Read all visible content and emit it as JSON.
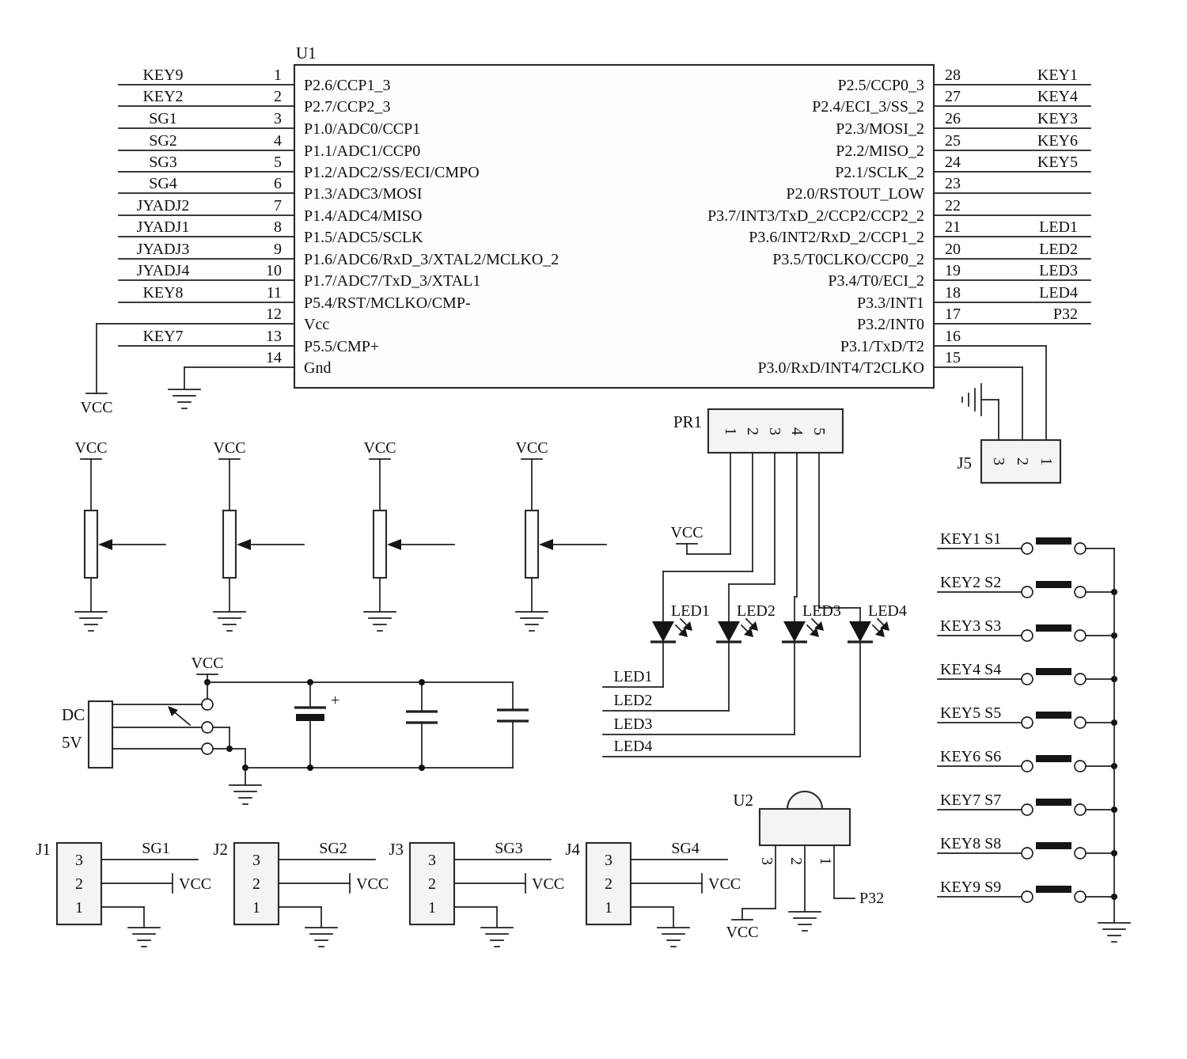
{
  "labels": {
    "vcc": "VCC"
  },
  "u1": {
    "ref": "U1",
    "left_pins": [
      {
        "num": "1",
        "name": "P2.6/CCP1_3",
        "net": "KEY9"
      },
      {
        "num": "2",
        "name": "P2.7/CCP2_3",
        "net": "KEY2"
      },
      {
        "num": "3",
        "name": "P1.0/ADC0/CCP1",
        "net": "SG1"
      },
      {
        "num": "4",
        "name": "P1.1/ADC1/CCP0",
        "net": "SG2"
      },
      {
        "num": "5",
        "name": "P1.2/ADC2/SS/ECI/CMPO",
        "net": "SG3"
      },
      {
        "num": "6",
        "name": "P1.3/ADC3/MOSI",
        "net": "SG4"
      },
      {
        "num": "7",
        "name": "P1.4/ADC4/MISO",
        "net": "JYADJ2"
      },
      {
        "num": "8",
        "name": "P1.5/ADC5/SCLK",
        "net": "JYADJ1"
      },
      {
        "num": "9",
        "name": "P1.6/ADC6/RxD_3/XTAL2/MCLKO_2",
        "net": "JYADJ3"
      },
      {
        "num": "10",
        "name": "P1.7/ADC7/TxD_3/XTAL1",
        "net": "JYADJ4"
      },
      {
        "num": "11",
        "name": "P5.4/RST/MCLKO/CMP-",
        "net": "KEY8"
      },
      {
        "num": "12",
        "name": "Vcc",
        "net": ""
      },
      {
        "num": "13",
        "name": "P5.5/CMP+",
        "net": "KEY7"
      },
      {
        "num": "14",
        "name": "Gnd",
        "net": ""
      }
    ],
    "right_pins": [
      {
        "num": "28",
        "name": "P2.5/CCP0_3",
        "net": "KEY1"
      },
      {
        "num": "27",
        "name": "P2.4/ECI_3/SS_2",
        "net": "KEY4"
      },
      {
        "num": "26",
        "name": "P2.3/MOSI_2",
        "net": "KEY3"
      },
      {
        "num": "25",
        "name": "P2.2/MISO_2",
        "net": "KEY6"
      },
      {
        "num": "24",
        "name": "P2.1/SCLK_2",
        "net": "KEY5"
      },
      {
        "num": "23",
        "name": "P2.0/RSTOUT_LOW",
        "net": ""
      },
      {
        "num": "22",
        "name": "P3.7/INT3/TxD_2/CCP2/CCP2_2",
        "net": ""
      },
      {
        "num": "21",
        "name": "P3.6/INT2/RxD_2/CCP1_2",
        "net": "LED1"
      },
      {
        "num": "20",
        "name": "P3.5/T0CLKO/CCP0_2",
        "net": "LED2"
      },
      {
        "num": "19",
        "name": "P3.4/T0/ECI_2",
        "net": "LED3"
      },
      {
        "num": "18",
        "name": "P3.3/INT1",
        "net": "LED4"
      },
      {
        "num": "17",
        "name": "P3.2/INT0",
        "net": "P32"
      },
      {
        "num": "16",
        "name": "P3.1/TxD/T2",
        "net": ""
      },
      {
        "num": "15",
        "name": "P3.0/RxD/INT4/T2CLKO",
        "net": ""
      }
    ]
  },
  "pr1": {
    "ref": "PR1",
    "pins": [
      "1",
      "2",
      "3",
      "4",
      "5"
    ],
    "led_names": [
      "LED1",
      "LED2",
      "LED3",
      "LED4"
    ],
    "led_nets": [
      "LED1",
      "LED2",
      "LED3",
      "LED4"
    ]
  },
  "j5": {
    "ref": "J5",
    "pins": [
      "3",
      "2",
      "1"
    ]
  },
  "keys": [
    "KEY1 S1",
    "KEY2 S2",
    "KEY3 S3",
    "KEY4 S4",
    "KEY5 S5",
    "KEY6 S6",
    "KEY7 S7",
    "KEY8 S8",
    "KEY9 S9"
  ],
  "dc": {
    "line1": "DC",
    "line2": "5V",
    "plus": "+"
  },
  "connectors": [
    {
      "ref": "J1",
      "pins": [
        "3",
        "2",
        "1"
      ],
      "sig": "SG1"
    },
    {
      "ref": "J2",
      "pins": [
        "3",
        "2",
        "1"
      ],
      "sig": "SG2"
    },
    {
      "ref": "J3",
      "pins": [
        "3",
        "2",
        "1"
      ],
      "sig": "SG3"
    },
    {
      "ref": "J4",
      "pins": [
        "3",
        "2",
        "1"
      ],
      "sig": "SG4"
    }
  ],
  "u2": {
    "ref": "U2",
    "pins": [
      "3",
      "2",
      "1"
    ],
    "net": "P32"
  }
}
